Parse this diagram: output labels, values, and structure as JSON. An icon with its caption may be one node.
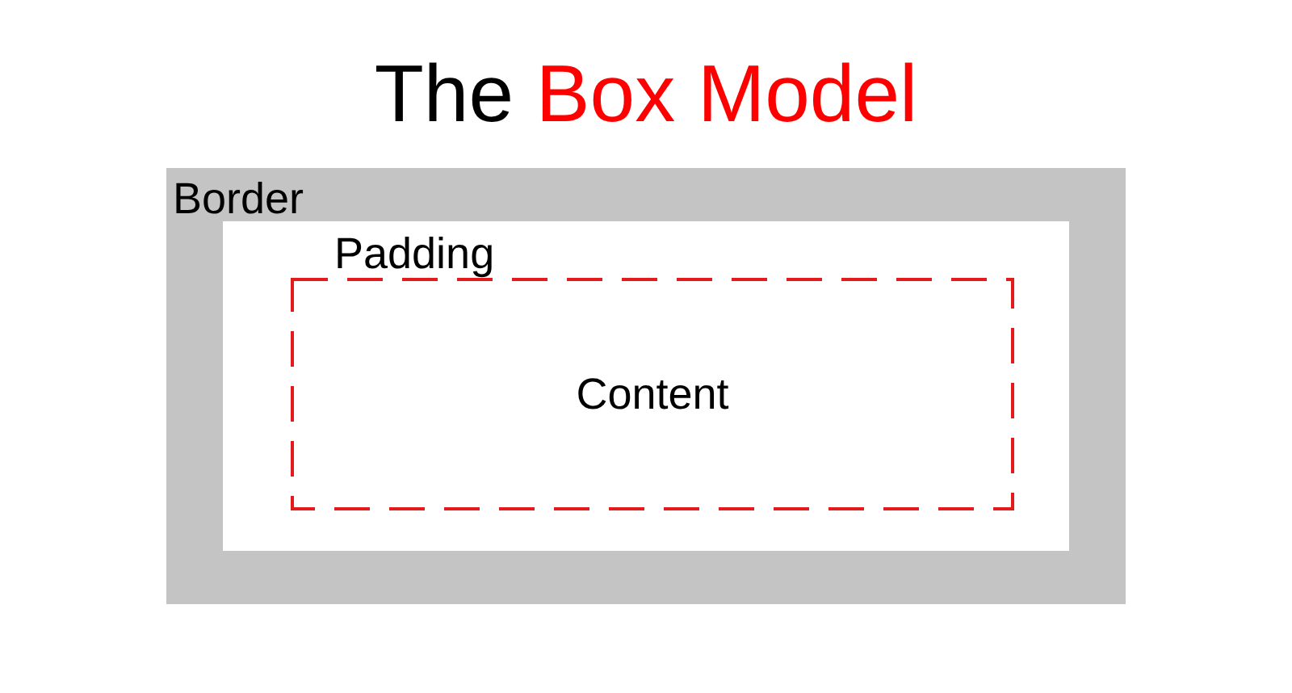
{
  "diagram": {
    "title": "The **Box Model**",
    "nodes": [
      {
        "text": [
          "Border"
        ]
      },
      {
        "text": [
          "Padding"
        ],
        "in": 0
      },
      {
        "text": [
          "Content"
        ],
        "in": 1
      }
    ]
  }
}
